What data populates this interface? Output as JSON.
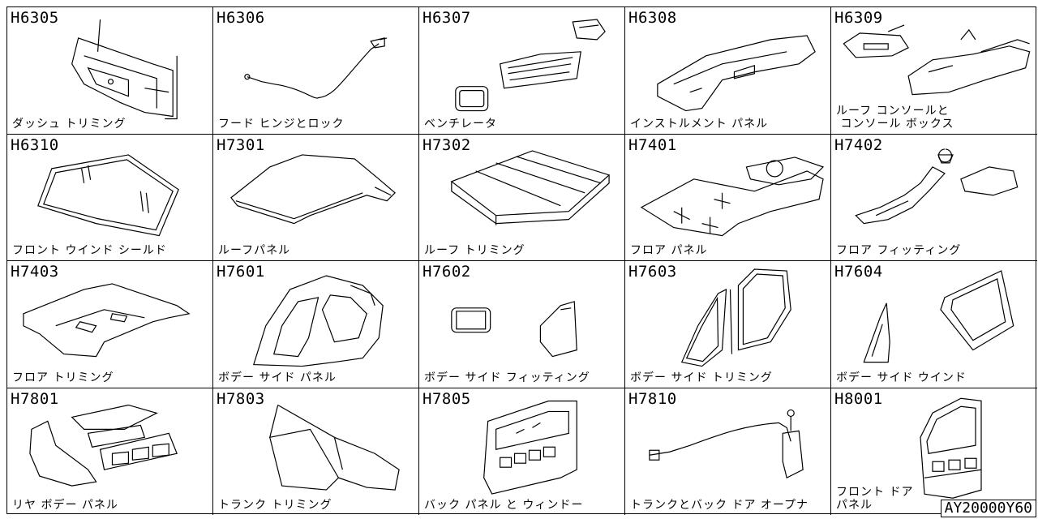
{
  "diagram_id": "AY20000Y60",
  "parts": [
    {
      "code": "H6305",
      "name": "ダッシュ トリミング",
      "art": "dash"
    },
    {
      "code": "H6306",
      "name": "フード ヒンジとロック",
      "art": "cable"
    },
    {
      "code": "H6307",
      "name": "ベンチレータ",
      "art": "vents"
    },
    {
      "code": "H6308",
      "name": "インストルメント パネル",
      "art": "instrument"
    },
    {
      "code": "H6309",
      "name": "ルーフ コンソールと\n コンソール ボックス",
      "art": "console"
    },
    {
      "code": "H6310",
      "name": "フロント ウインド シールド",
      "art": "windshield"
    },
    {
      "code": "H7301",
      "name": "ルーフパネル",
      "art": "roof"
    },
    {
      "code": "H7302",
      "name": "ルーフ トリミング",
      "art": "rooftrim"
    },
    {
      "code": "H7401",
      "name": "フロア パネル",
      "art": "floorpanel"
    },
    {
      "code": "H7402",
      "name": "フロア フィッティング",
      "art": "floorfit"
    },
    {
      "code": "H7403",
      "name": "フロア トリミング",
      "art": "floortrim"
    },
    {
      "code": "H7601",
      "name": "ボデー サイド パネル",
      "art": "sidepanel"
    },
    {
      "code": "H7602",
      "name": "ボデー サイド フィッティング",
      "art": "sidefit"
    },
    {
      "code": "H7603",
      "name": "ボデー サイド トリミング",
      "art": "sidetrim"
    },
    {
      "code": "H7604",
      "name": "ボデー サイド ウインド",
      "art": "sidewindow"
    },
    {
      "code": "H7801",
      "name": "リヤ ボデー パネル",
      "art": "rearbody"
    },
    {
      "code": "H7803",
      "name": "トランク トリミング",
      "art": "trunktrim"
    },
    {
      "code": "H7805",
      "name": "バック パネル と ウィンドー",
      "art": "backpanel"
    },
    {
      "code": "H7810",
      "name": "トランクとバック ドア オープナ",
      "art": "opener"
    },
    {
      "code": "H8001",
      "name": "フロント ドア\nパネル",
      "art": "door"
    }
  ]
}
